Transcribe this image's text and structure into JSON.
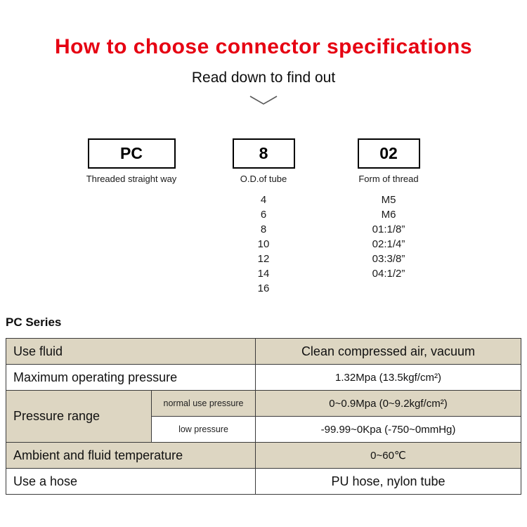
{
  "header": {
    "title": "How to choose connector specifications",
    "subtitle": "Read down to find out"
  },
  "selector": {
    "columns": [
      {
        "code": "PC",
        "label": "Threaded straight way",
        "options": []
      },
      {
        "code": "8",
        "label": "O.D.of tube",
        "options": [
          "4",
          "6",
          "8",
          "10",
          "12",
          "14",
          "16"
        ]
      },
      {
        "code": "02",
        "label": "Form of thread",
        "options": [
          "M5",
          "M6",
          "01:1/8”",
          "02:1/4”",
          "03:3/8”",
          "04:1/2”"
        ]
      }
    ]
  },
  "series_heading": "PC Series",
  "spec_table": {
    "rows": [
      {
        "label": "Use fluid",
        "value": "Clean compressed air, vacuum"
      },
      {
        "label": "Maximum operating pressure",
        "value": "1.32Mpa (13.5kgf/cm²)"
      },
      {
        "label": "Pressure range",
        "sub_rows": [
          {
            "label": "normal use pressure",
            "value": "0~0.9Mpa (0~9.2kgf/cm²)"
          },
          {
            "label": "low pressure",
            "value": "-99.99~0Kpa (-750~0mmHg)"
          }
        ]
      },
      {
        "label": "Ambient and fluid temperature",
        "value": "0~60℃"
      },
      {
        "label": "Use a hose",
        "value": "PU hose, nylon tube"
      }
    ]
  },
  "colors": {
    "title_red": "#e60012",
    "row_beige": "#ddd6c2"
  }
}
